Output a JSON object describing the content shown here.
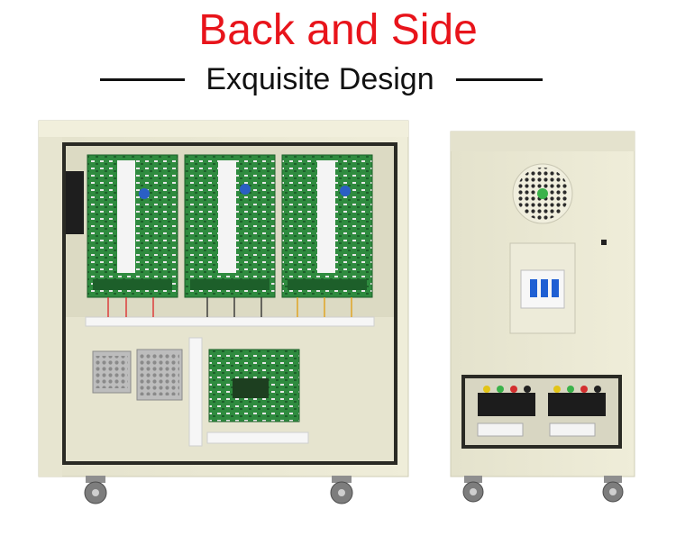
{
  "header": {
    "title": "Back and Side",
    "subtitle": "Exquisite Design"
  },
  "colors": {
    "title": "#e8141b",
    "subtitle": "#111111",
    "cabinet": "#e9e7d3",
    "pcb": "#2f8b3f",
    "background": "#ffffff"
  },
  "photos": [
    {
      "name": "cabinet-back-open",
      "description_visible": false
    },
    {
      "name": "cabinet-side",
      "description_visible": false
    }
  ]
}
